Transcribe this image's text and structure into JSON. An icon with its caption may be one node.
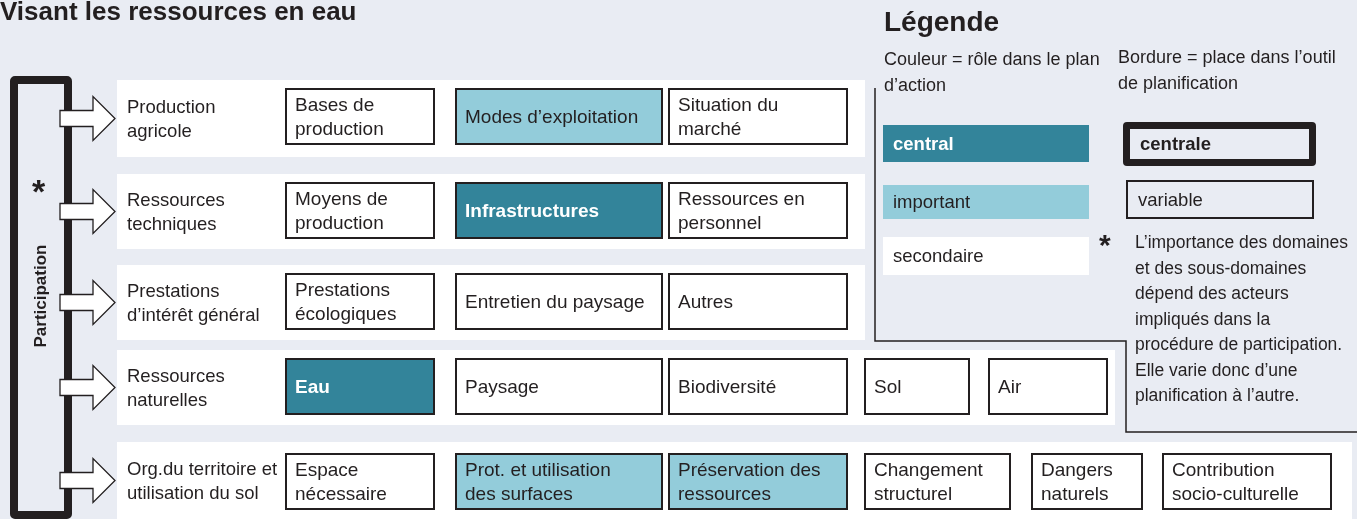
{
  "diagram": {
    "title": "Visant les ressources en eau",
    "nodes": [
      {
        "text": [
          "Participation"
        ]
      },
      {
        "text": [
          "Production agricole"
        ]
      },
      {
        "text": [
          "Bases de production"
        ],
        "in": 1
      },
      {
        "text": [
          "Modes d’exploitation"
        ],
        "in": 1
      },
      {
        "text": [
          "Situation du marché"
        ],
        "in": 1
      },
      {
        "text": [
          "Ressources techniques"
        ]
      },
      {
        "text": [
          "Moyens de production"
        ],
        "in": 5
      },
      {
        "text": [
          "Infrastructures"
        ],
        "in": 5
      },
      {
        "text": [
          "Ressources en personnel"
        ],
        "in": 5
      },
      {
        "text": [
          "Prestations d’intérêt général"
        ]
      },
      {
        "text": [
          "Prestations écologiques"
        ],
        "in": 9
      },
      {
        "text": [
          "Entretien du paysage"
        ],
        "in": 9
      },
      {
        "text": [
          "Autres"
        ],
        "in": 9
      },
      {
        "text": [
          "Ressources naturelles"
        ]
      },
      {
        "text": [
          "Eau"
        ],
        "in": 13
      },
      {
        "text": [
          "Paysage"
        ],
        "in": 13
      },
      {
        "text": [
          "Biodiversité"
        ],
        "in": 13
      },
      {
        "text": [
          "Sol"
        ],
        "in": 13
      },
      {
        "text": [
          "Air"
        ],
        "in": 13
      },
      {
        "text": [
          "Org.du territoire et utilisation du sol"
        ]
      },
      {
        "text": [
          "Espace nécessaire"
        ],
        "in": 19
      },
      {
        "text": [
          "Prot. et utilisation des surfaces"
        ],
        "in": 19
      },
      {
        "text": [
          "Préservation des ressources"
        ],
        "in": 19
      },
      {
        "text": [
          "Changement structurel"
        ],
        "in": 19
      },
      {
        "text": [
          "Dangers naturels"
        ],
        "in": 19
      },
      {
        "text": [
          "Contribution socio-culturelle"
        ],
        "in": 19
      }
    ],
    "edges": [
      {
        "from": 0,
        "to": 1,
        "arrow": "to"
      },
      {
        "from": 0,
        "to": 5,
        "arrow": "to"
      },
      {
        "from": 0,
        "to": 9,
        "arrow": "to"
      },
      {
        "from": 0,
        "to": 13,
        "arrow": "to"
      },
      {
        "from": 0,
        "to": 19,
        "arrow": "to"
      }
    ],
    "labels": [
      "*",
      "Légende",
      "Couleur = rôle dans le plan d’action",
      "Bordure = place dans l’outil de planification",
      "*",
      "L’importance des domaines et des sous-domaines dépend des acteurs impliqués dans la procédure de participation. Elle varie donc d’une planification à l’autre."
    ],
    "legend": [
      {
        "text": "central",
        "color": "#33849a"
      },
      {
        "text": "important",
        "color": "#93ccda"
      },
      {
        "text": "secondaire",
        "color": "#ffffff"
      },
      {
        "text": "centrale"
      },
      {
        "text": "variable"
      }
    ]
  }
}
